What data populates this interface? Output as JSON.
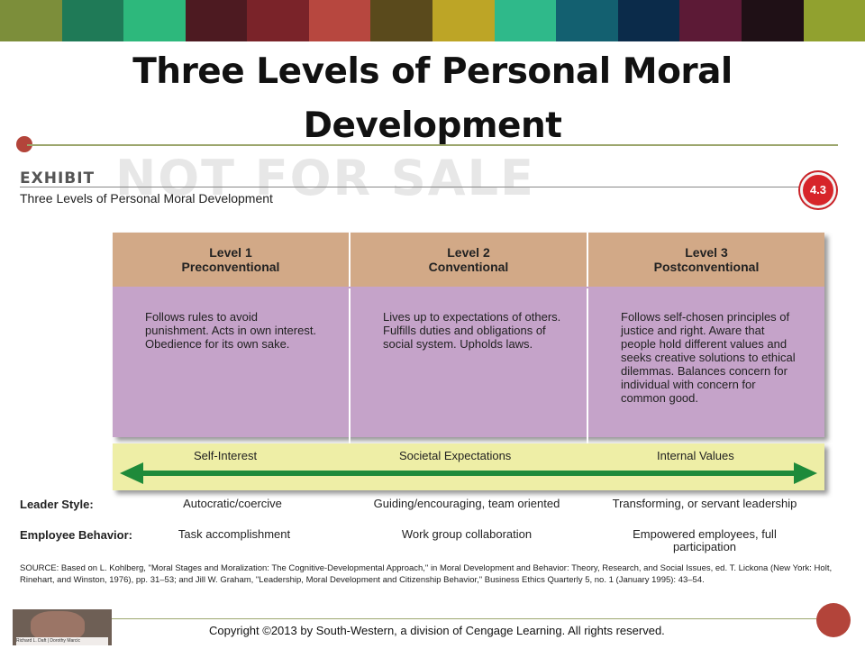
{
  "slide": {
    "title": "Three Levels of Personal Moral Development",
    "copyright": "Copyright ©2013 by South-Western, a division of Cengage Learning. All rights reserved."
  },
  "strip_colors": [
    "#7c8e3a",
    "#1f7a57",
    "#2db87c",
    "#4d1a21",
    "#7a2329",
    "#b7473f",
    "#5a4a1c",
    "#bda526",
    "#2fb98a",
    "#136070",
    "#0b2b4a",
    "#5c1a36",
    "#1f1016",
    "#91a12f"
  ],
  "exhibit": {
    "label": "EXHIBIT",
    "subtitle": "Three Levels of Personal Moral Development",
    "number": "4.3",
    "levels": [
      {
        "level": "Level 1",
        "name": "Preconventional",
        "description": "Follows rules to avoid punishment. Acts in own interest. Obedience for its own sake.",
        "motive": "Self-Interest",
        "leader_style": "Autocratic/coercive",
        "employee_behavior": "Task accomplishment"
      },
      {
        "level": "Level 2",
        "name": "Conventional",
        "description": "Lives up to expectations of others. Fulfills duties and obligations of social system. Upholds laws.",
        "motive": "Societal Expectations",
        "leader_style": "Guiding/encouraging, team oriented",
        "employee_behavior": "Work group collaboration"
      },
      {
        "level": "Level 3",
        "name": "Postconventional",
        "description": "Follows self-chosen principles of justice and right. Aware that people hold different values and seeks creative solutions to ethical dilemmas. Balances concern for individual with concern for common good.",
        "motive": "Internal Values",
        "leader_style": "Transforming, or servant leadership",
        "employee_behavior": "Empowered employees, full participation"
      }
    ],
    "row_labels": {
      "leader_style": "Leader Style:",
      "employee_behavior": "Employee Behavior:"
    },
    "source": "SOURCE: Based on L. Kohlberg, \"Moral Stages and Moralization: The Cognitive-Developmental Approach,\" in Moral Development and Behavior: Theory, Research, and Social Issues, ed. T. Lickona (New York: Holt, Rinehart, and Winston, 1976), pp. 31–53; and Jill W. Graham, \"Leadership, Moral Development and Citizenship Behavior,\" Business Ethics Quarterly 5, no. 1 (January 1995): 43–54.",
    "arrow_color": "#1e8a3a"
  },
  "book": {
    "authors": "Richard L. Daft | Dorothy Marcic"
  }
}
